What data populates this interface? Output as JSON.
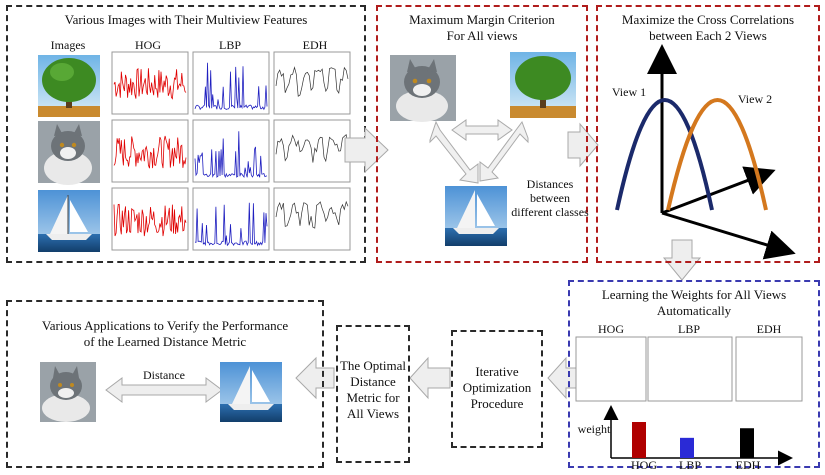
{
  "box1": {
    "title": "Various Images with Their Multiview Features",
    "col_images": "Images",
    "col_hog": "HOG",
    "col_lbp": "LBP",
    "col_edh": "EDH"
  },
  "box2": {
    "title_line1": "Maximum Margin Criterion",
    "title_line2": "For All views",
    "distances_line1": "Distances",
    "distances_line2": "between",
    "distances_line3": "different classes"
  },
  "box3": {
    "title_line1": "Maximize the Cross Correlations",
    "title_line2": "between Each 2 Views",
    "view1": "View 1",
    "view2": "View 2"
  },
  "box4": {
    "title_line1": "Learning the Weights for All Views",
    "title_line2": "Automatically",
    "hog": "HOG",
    "lbp": "LBP",
    "edh": "EDH",
    "weight_label": "weight",
    "bar_hog": "HOG",
    "bar_lbp": "LBP",
    "bar_edh": "EDH",
    "weights": [
      0.75,
      0.42,
      0.62
    ],
    "colors": [
      "#b00000",
      "#2a2ad6",
      "#000000"
    ]
  },
  "box5": {
    "line1": "Iterative",
    "line2": "Optimization",
    "line3": "Procedure"
  },
  "box6": {
    "line1": "The Optimal",
    "line2": "Distance",
    "line3": "Metric for",
    "line4": "All Views"
  },
  "box7": {
    "title_line1": "Various Applications to Verify the Performance",
    "title_line2": "of the Learned Distance Metric",
    "distance": "Distance"
  }
}
